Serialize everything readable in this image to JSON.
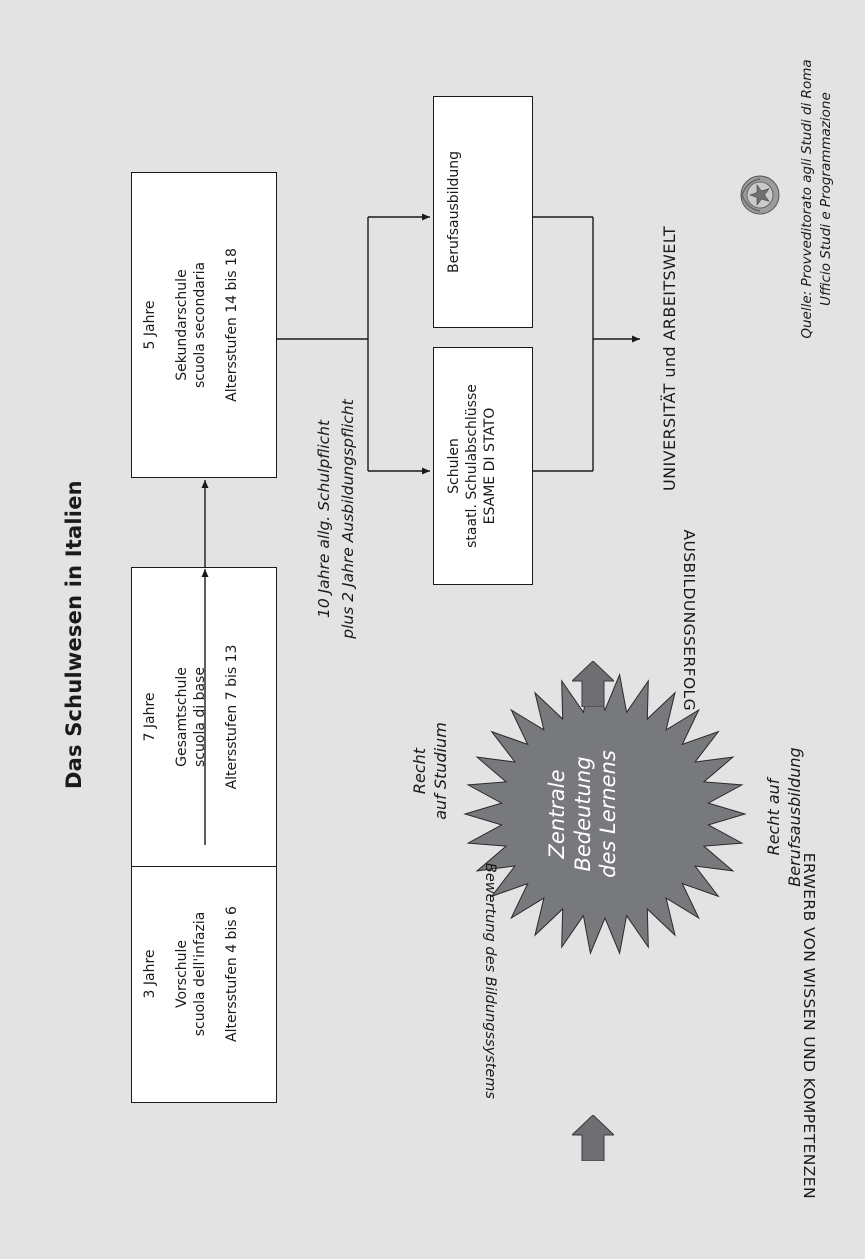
{
  "title": "Das Schulwesen in Italien",
  "boxes": [
    {
      "years": "3 Jahre",
      "name_de": "Vorschule",
      "name_it": "scuola dell'infazia",
      "ages": "Altersstufen 4 bis 6"
    },
    {
      "years": "7 Jahre",
      "name_de": "Gesamtschule",
      "name_it": "scuola di base",
      "ages": "Altersstufen 7 bis 13"
    },
    {
      "years": "5 Jahre",
      "name_de": "Sekundarschule",
      "name_it": "scuola secondaria",
      "ages": "Altersstufen 14 bis 18"
    }
  ],
  "compulsory": {
    "line1": "10 Jahre allg. Schulpflicht",
    "line2": "plus 2 Jahre Ausbildungspflicht"
  },
  "schools_box": {
    "line1": "Schulen",
    "line2": "staatl. Schulabschlüsse",
    "line3": "ESAME DI STATO"
  },
  "vocational_box": {
    "label": "Berufsausbildung"
  },
  "outcome": "UNIVERSITÄT und ARBEITSWELT",
  "star_text": {
    "line1": "Zentrale",
    "line2": "Bedeutung",
    "line3": "des Lernens"
  },
  "right_study": {
    "line1": "Recht",
    "line2": "auf Studium"
  },
  "right_training": {
    "line1": "Recht auf",
    "line2": "Berufsausbildung"
  },
  "evaluation": "Bewertung des Bildungssystems",
  "success": "AUSBILDUNGSERFOLG",
  "acquisition": "ERWERB VON WISSEN UND KOMPETENZEN",
  "source": {
    "line1": "Quelle: Provveditorato agli Studi di Roma",
    "line2": "Ufficio Studi e Programmazione"
  },
  "colors": {
    "background": "#e3e3e4",
    "star_fill": "#77797c",
    "arrow_fill": "#6d6f72",
    "box_fill": "#ffffff",
    "ink": "#1a1a1a"
  }
}
